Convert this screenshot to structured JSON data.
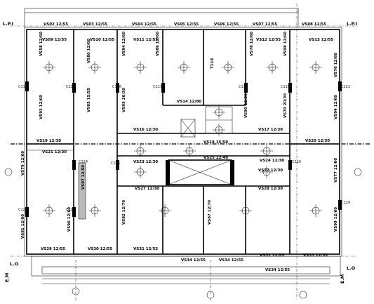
{
  "axis_labels": {
    "top_left": "L.P.I",
    "top_right": "L.P.I",
    "bottom_left": "L.O",
    "bottom_right": "L.O",
    "left_em": "E.M",
    "right_em": "E.M"
  },
  "beams": [
    {
      "id": "vs502",
      "text": "VS02 12/55"
    },
    {
      "id": "vs503",
      "text": "VS03 12/55"
    },
    {
      "id": "vs504",
      "text": "VS04 12/55"
    },
    {
      "id": "vs505",
      "text": "VS05 12/55"
    },
    {
      "id": "vs506",
      "text": "VS06 12/55"
    },
    {
      "id": "vs507",
      "text": "VS07 12/55"
    },
    {
      "id": "vs508",
      "text": "VS08 12/55"
    },
    {
      "id": "vs509",
      "text": "VS09 12/55"
    },
    {
      "id": "vs510",
      "text": "VS10 12/55"
    },
    {
      "id": "vs511",
      "text": "VS11 12/55"
    },
    {
      "id": "vs512",
      "text": "VS12 12/55"
    },
    {
      "id": "vs513",
      "text": "VS13 12/55"
    },
    {
      "id": "vs514",
      "text": "VS14 12/80"
    },
    {
      "id": "vs516",
      "text": "VS16 12/30"
    },
    {
      "id": "vs517",
      "text": "VS17 12/30"
    },
    {
      "id": "vs518",
      "text": "VS18 15/50"
    },
    {
      "id": "vs519",
      "text": "VS19 12/30"
    },
    {
      "id": "vs520",
      "text": "VS20 12/30"
    },
    {
      "id": "vs521",
      "text": "VS21 12/30"
    },
    {
      "id": "vs522",
      "text": "VS22 12/30"
    },
    {
      "id": "vs523",
      "text": "VS23 12/30"
    },
    {
      "id": "vs524",
      "text": "VS24 12/30"
    },
    {
      "id": "vs525",
      "text": "VS25 12/40"
    },
    {
      "id": "vs527",
      "text": "VS27 12/30"
    },
    {
      "id": "vs528",
      "text": "VS28 12/30"
    },
    {
      "id": "vs529",
      "text": "VS29 12/55"
    },
    {
      "id": "vs530",
      "text": "VS30 12/55"
    },
    {
      "id": "vs531",
      "text": "VS31 12/55"
    },
    {
      "id": "vs532",
      "text": "VS32 12/55"
    },
    {
      "id": "vs533",
      "text": "VS33 12/55"
    },
    {
      "id": "vs534a",
      "text": "VS34 12/55"
    },
    {
      "id": "vs534b",
      "text": "VS34 12/55"
    },
    {
      "id": "vs534c",
      "text": "VS34 12/55"
    }
  ],
  "vertical_beams": [
    {
      "id": "v-vs558",
      "text": "VS58 12/60"
    },
    {
      "id": "v-vs580",
      "text": "VS80 12/60"
    },
    {
      "id": "v-vs584",
      "text": "VS84 12/60"
    },
    {
      "id": "v-vs586",
      "text": "VS86 12/60"
    },
    {
      "id": "v-t118",
      "text": "T118"
    },
    {
      "id": "v-vs578",
      "text": "VS78 12/60"
    },
    {
      "id": "v-vs598",
      "text": "VS98 12/60"
    },
    {
      "id": "v-vs593",
      "text": "VS93 12/60"
    },
    {
      "id": "v-vs585",
      "text": "VS85 15/55"
    },
    {
      "id": "v-vs595",
      "text": "VS95 20/30"
    },
    {
      "id": "v-vs590",
      "text": "VS90 12/30"
    },
    {
      "id": "v-vs570",
      "text": "VS70 20/30"
    },
    {
      "id": "v-vs579",
      "text": "VS79 12/60"
    },
    {
      "id": "v-vs581",
      "text": "VS81 12/60"
    },
    {
      "id": "v-vs582",
      "text": "VS82 12/70"
    },
    {
      "id": "v-vs587",
      "text": "VS87 12/70"
    },
    {
      "id": "v-vs597",
      "text": "VS97 12/50"
    },
    {
      "id": "v-vs596",
      "text": "VS96 12/60"
    },
    {
      "id": "v-vs576",
      "text": "VS76 12/60"
    },
    {
      "id": "v-vs594",
      "text": "VS94 12/60"
    },
    {
      "id": "v-vs577",
      "text": "VS77 12/60"
    },
    {
      "id": "v-vs599",
      "text": "VS99 12/60"
    }
  ],
  "columns": [
    {
      "id": "c114",
      "text": "C114"
    },
    {
      "id": "c115",
      "text": "C115"
    },
    {
      "id": "c116",
      "text": "C116"
    },
    {
      "id": "c117",
      "text": "C117"
    },
    {
      "id": "c118",
      "text": "C118"
    },
    {
      "id": "c119",
      "text": "C119"
    },
    {
      "id": "c121",
      "text": "C121"
    },
    {
      "id": "c124",
      "text": "C124"
    },
    {
      "id": "c125",
      "text": "C125"
    },
    {
      "id": "c126",
      "text": "C126"
    },
    {
      "id": "c127",
      "text": "C127"
    },
    {
      "id": "c128",
      "text": "C128"
    },
    {
      "id": "c129",
      "text": "C129"
    }
  ]
}
